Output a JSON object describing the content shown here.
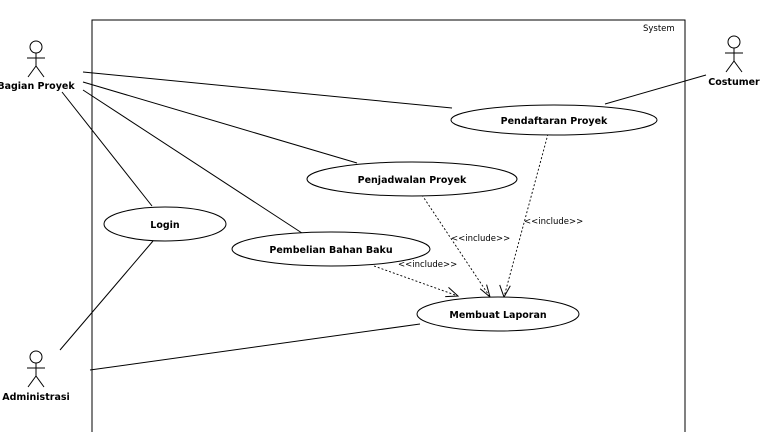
{
  "system": {
    "label": "System"
  },
  "actors": [
    {
      "id": "bagian-proyek",
      "label": "Bagian Proyek"
    },
    {
      "id": "costumer",
      "label": "Costumer"
    },
    {
      "id": "administrasi",
      "label": "Administrasi"
    }
  ],
  "use_cases": [
    {
      "id": "pendaftaran-proyek",
      "label": "Pendaftaran Proyek"
    },
    {
      "id": "penjadwalan-proyek",
      "label": "Penjadwalan Proyek"
    },
    {
      "id": "login",
      "label": "Login"
    },
    {
      "id": "pembelian-bahan-baku",
      "label": "Pembelian Bahan Baku"
    },
    {
      "id": "membuat-laporan",
      "label": "Membuat Laporan"
    }
  ],
  "include_label": "<<include>>"
}
